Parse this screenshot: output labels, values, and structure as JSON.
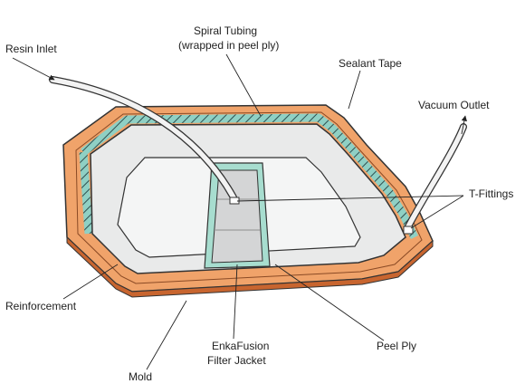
{
  "labels": {
    "resin_inlet": "Resin Inlet",
    "spiral_tubing_line1": "Spiral Tubing",
    "spiral_tubing_line2": "(wrapped in peel ply)",
    "sealant_tape": "Sealant Tape",
    "vacuum_outlet": "Vacuum Outlet",
    "t_fittings": "T-Fittings",
    "reinforcement": "Reinforcement",
    "enkafusion_line1": "EnkaFusion",
    "enkafusion_line2": "Filter Jacket",
    "peel_ply": "Peel Ply",
    "mold": "Mold"
  },
  "colors": {
    "background": "#ffffff",
    "mold_orange": "#f0a36a",
    "mold_edge": "#c8652f",
    "tubing_teal": "#8fd0c4",
    "reinforcement_fill": "#e9eaea",
    "peel_ply_fill": "#f4f5f5",
    "filter_jacket_green": "#a7ddcf",
    "filter_inner": "#d4d5d6",
    "outline": "#333333"
  }
}
